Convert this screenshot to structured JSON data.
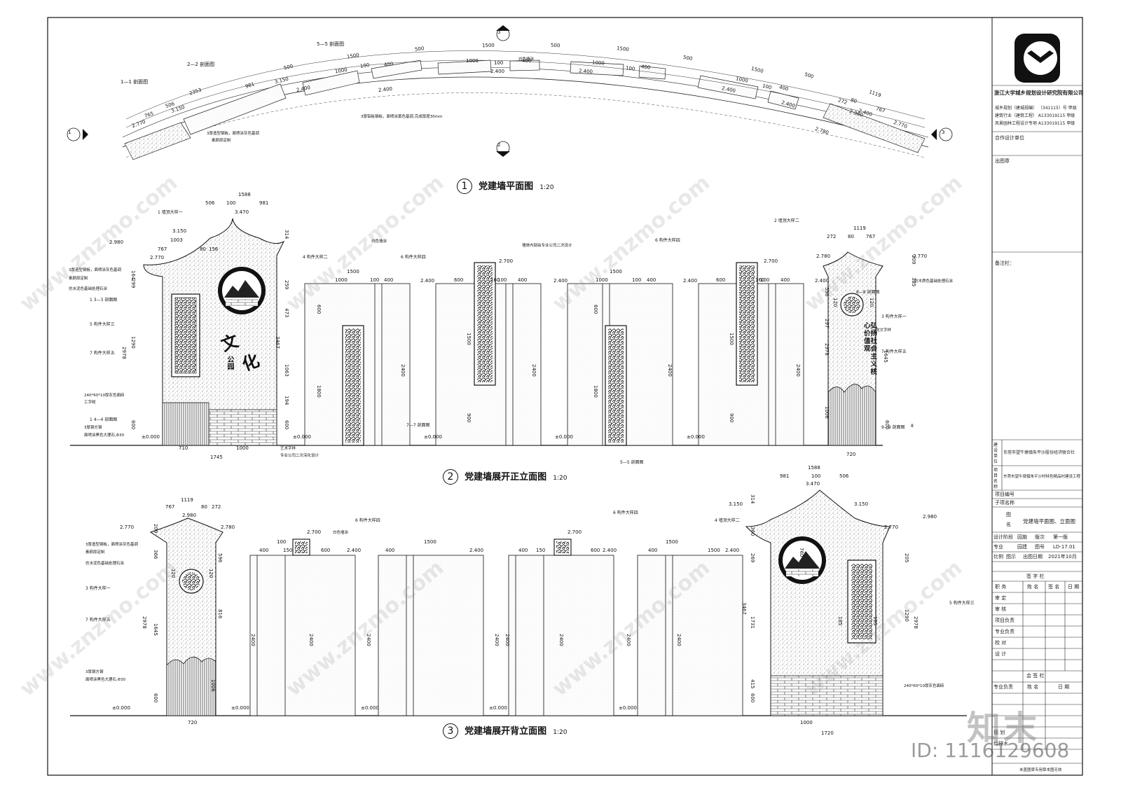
{
  "titles": {
    "plan_num": "1",
    "plan": "党建墙平面图",
    "plan_scale": "1:20",
    "front_num": "2",
    "front": "党建墙展开正立面图",
    "front_scale": "1:20",
    "back_num": "3",
    "back": "党建墙展开背立面图",
    "back_scale": "1:20"
  },
  "company": {
    "name": "浙江大学城乡规划设计研究院有限公司",
    "qual1": "城乡规划（建城规编） （341115）号   甲级",
    "qual2": "建筑行业（建筑工程） A133019115    甲级",
    "qual3": "风景园林工程设计专项 A133019115    甲级"
  },
  "title_block": {
    "cooperate": "合作设计单位",
    "stamp": "出图章",
    "remarks": "备注栏：",
    "client_label": "建设单位",
    "client": "东莞市望牛墩镇朱平沙股份经济联合社",
    "project_label": "项目名称",
    "project": "东莞市望牛墩镇朱平沙村特色精品村建设工程",
    "project_no": "项目编号",
    "sub_project": "子项名称",
    "drawing_name_label": "图名",
    "drawing_name": "党建墙平面图、立面图",
    "stage_label": "设计阶段",
    "stage": "园施",
    "version_label": "版次",
    "version": "第一版",
    "discipline_label": "专业",
    "discipline": "园建",
    "drawing_no_label": "图号",
    "drawing_no": "LD-17.01",
    "scale_label": "比例",
    "scale": "图示",
    "date_label": "出图日期",
    "date": "2021年10月",
    "sign_header": "签 字 栏",
    "roles": [
      "职 务",
      "审 定",
      "审 核",
      "项目负责",
      "专业负责",
      "校 对",
      "设 计"
    ],
    "name_col": "姓 名",
    "sign_col": "签 名",
    "date_col": "日 期",
    "countersign": "会 签 栏",
    "cs_role": "专业负责",
    "cs_name": "姓 名",
    "cs_date": "日 期",
    "cs_rows": [
      "规 划",
      "给排水"
    ],
    "footer": "未盖图章专用章本图无效"
  },
  "wall_text": {
    "culture1": "文",
    "culture2": "化",
    "park": "公园",
    "slogan": [
      "弘",
      "扬",
      "社",
      "会",
      "主",
      "义",
      "核",
      "心",
      "价",
      "值",
      "观"
    ]
  },
  "plan_dims": {
    "top": [
      "500",
      "1500",
      "500",
      "1500",
      "500",
      "1500",
      "500",
      "1500",
      "500"
    ],
    "inner": [
      "1000",
      "100",
      "400",
      "1000",
      "100",
      "400",
      "1000",
      "100",
      "400",
      "1000",
      "100",
      "400"
    ],
    "left": [
      "2353",
      "506",
      "981",
      "765"
    ],
    "right": [
      "1119",
      "272",
      "80",
      "767"
    ],
    "elev": [
      "3.150",
      "3.150",
      "2.770",
      "2.400",
      "2.400",
      "2.400",
      "2.400",
      "2.400",
      "2.400",
      "2.400",
      "2.770",
      "2.780",
      "2.980"
    ],
    "callouts": [
      "1—1 剖面图",
      "2—2 剖面图",
      "5—5 剖面图",
      "3",
      "2",
      "1",
      "3"
    ],
    "notes": [
      "白色墙涂",
      "3厚铝板钢板，面喷涂黄色基调,完成厚度30mm",
      "3厚造型钢板，面喷涂灰色基调",
      "素颜原定制"
    ]
  },
  "front_dims": {
    "top": [
      "1588",
      "506",
      "100",
      "981",
      "3.470",
      "3.150",
      "1003",
      "767",
      "80",
      "156",
      "2.980",
      "2.770",
      "1119",
      "272",
      "80",
      "767",
      "2.780",
      "2.770"
    ],
    "left_v": [
      "164",
      "299",
      "1290",
      "2978",
      "600",
      "314",
      "259",
      "473",
      "3467",
      "1063",
      "194",
      "600"
    ],
    "panel_w": [
      "1500",
      "1000",
      "100",
      "400",
      "600",
      "160",
      "100",
      "400",
      "1500",
      "1000",
      "100",
      "400",
      "600",
      "160",
      "100",
      "400"
    ],
    "panel_v": [
      "600",
      "1800",
      "2400",
      "900",
      "1500",
      "2400",
      "600",
      "1800",
      "2400",
      "900",
      "1500",
      "2400"
    ],
    "bottom": [
      "710",
      "1000",
      "1745",
      "720"
    ],
    "elev": [
      "±0.000",
      "±0.000",
      "±0.000",
      "±0.000",
      "±0.000",
      "2.400",
      "2.400",
      "2.400",
      "2.400",
      "2.700",
      "2.700"
    ],
    "right_v": [
      "209",
      "385",
      "596",
      "297",
      "2978",
      "1645",
      "1006",
      "600",
      "120",
      "120"
    ],
    "callouts": [
      "1 墙顶大样一",
      "1 3—3 剖面图",
      "5 构件大样三",
      "7 构件大样五",
      "1 4—4 剖面图",
      "4 构件大样二",
      "6 构件大样四",
      "7—7 剖面图",
      "6 构件大样四",
      "5—5 剖面图",
      "2 墙顶大样二",
      "8—8 剖面图",
      "3 构件大样一",
      "7 构件大样五",
      "9—9 剖面图",
      "8"
    ],
    "notes": [
      "3厚造型钢板，面喷涂灰色基调",
      "素颜原定制",
      "仿水泥色基础处理石涂",
      "240*60*10厚灰色面砖",
      "工字砌",
      "3厚钢方钢",
      "面喷涂黑色大理石,Φ30",
      "艺术字样",
      "专业公司二次深化设计",
      "墙体内部由专业公司二次设计",
      "白色墙涂",
      "党文字样",
      "仿木质色基础处理石涂"
    ]
  },
  "back_dims": {
    "top": [
      "1119",
      "767",
      "80",
      "272",
      "2.980",
      "2.770",
      "2.780",
      "1588",
      "981",
      "100",
      "506",
      "3.470",
      "3.150",
      "3.150",
      "2.770",
      "2.980"
    ],
    "left_v": [
      "209",
      "366",
      "2978",
      "1645",
      "1006",
      "600",
      "596",
      "816",
      "120",
      "120"
    ],
    "panel_w": [
      "100",
      "400",
      "600",
      "150",
      "400",
      "1500",
      "1500",
      "400",
      "600",
      "150",
      "400",
      "1500"
    ],
    "panel_v": [
      "2400",
      "2400",
      "2400",
      "2400",
      "2400",
      "2400",
      "2400",
      "2400"
    ],
    "elev": [
      "±0.000",
      "±0.000",
      "±0.000",
      "±0.000",
      "±0.000",
      "2.400",
      "2.400",
      "2.400",
      "2.400",
      "2.700",
      "2.700"
    ],
    "right_v": [
      "314",
      "360",
      "269",
      "3467",
      "1731",
      "415",
      "600",
      "205",
      "1290",
      "2978",
      "185",
      "185",
      "760"
    ],
    "bottom": [
      "720",
      "1000",
      "1720"
    ],
    "callouts": [
      "6 构件大样四",
      "3 构件大样一",
      "7 构件大样五",
      "6 构件大样四",
      "4 墙顶大样二",
      "5 构件大样三"
    ],
    "notes": [
      "3厚造型钢板，面喷涂灰色基调",
      "素颜原定制",
      "仿水泥色基础处理石涂",
      "白色墙涂",
      "3厚钢方钢",
      "面喷涂黑色大理石,Φ30",
      "240*60*10厚灰色面砖"
    ]
  },
  "watermark": {
    "id": "ID: 1116129608",
    "brand": "知末",
    "site": "www.znzmo.com"
  }
}
